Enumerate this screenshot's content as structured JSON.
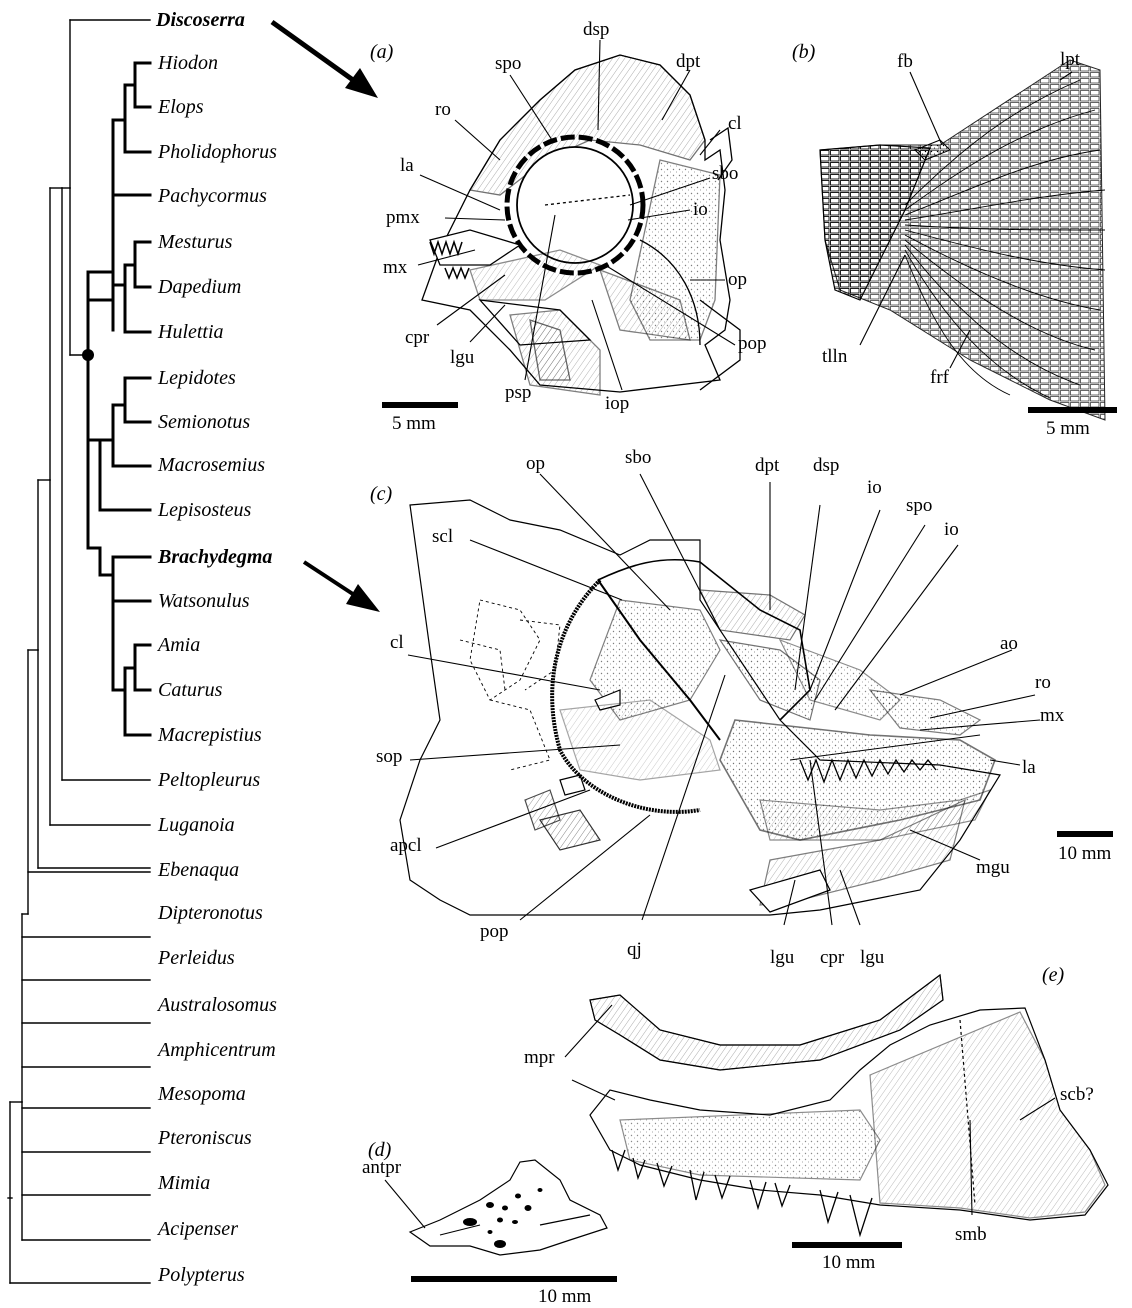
{
  "tree": {
    "taxa": [
      {
        "name": "Discoserra",
        "bold": true
      },
      {
        "name": "Hiodon"
      },
      {
        "name": "Elops"
      },
      {
        "name": "Pholidophorus"
      },
      {
        "name": "Pachycormus"
      },
      {
        "name": "Mesturus"
      },
      {
        "name": "Dapedium"
      },
      {
        "name": "Hulettia"
      },
      {
        "name": "Lepidotes"
      },
      {
        "name": "Semionotus"
      },
      {
        "name": "Macrosemius"
      },
      {
        "name": "Lepisosteus"
      },
      {
        "name": "Brachydegma",
        "bold": true
      },
      {
        "name": "Watsonulus"
      },
      {
        "name": "Amia"
      },
      {
        "name": "Caturus"
      },
      {
        "name": "Macrepistius"
      },
      {
        "name": "Peltopleurus"
      },
      {
        "name": "Luganoia"
      },
      {
        "name": "Ebenaqua"
      },
      {
        "name": "Dipteronotus"
      },
      {
        "name": "Perleidus"
      },
      {
        "name": "Australosomus"
      },
      {
        "name": "Amphicentrum"
      },
      {
        "name": "Mesopoma"
      },
      {
        "name": "Pteroniscus"
      },
      {
        "name": "Mimia"
      },
      {
        "name": "Acipenser"
      },
      {
        "name": "Polypterus"
      }
    ]
  },
  "panels": {
    "a": {
      "label": "(a)",
      "scale": "5 mm",
      "labels": {
        "dsp": "dsp",
        "spo": "spo",
        "dpt": "dpt",
        "ro": "ro",
        "cl": "cl",
        "la": "la",
        "sbo": "sbo",
        "pmx": "pmx",
        "io": "io",
        "mx": "mx",
        "op": "op",
        "cpr": "cpr",
        "pop": "pop",
        "lgu": "lgu",
        "psp": "psp",
        "iop": "iop"
      }
    },
    "b": {
      "label": "(b)",
      "scale": "5 mm",
      "labels": {
        "fb": "fb",
        "lpt": "lpt",
        "tlln": "tlln",
        "frf": "frf"
      }
    },
    "c": {
      "label": "(c)",
      "scale": "10 mm",
      "labels": {
        "op": "op",
        "sbo": "sbo",
        "dpt": "dpt",
        "dsp": "dsp",
        "io1": "io",
        "spo": "spo",
        "io2": "io",
        "scl": "scl",
        "ao": "ao",
        "cl": "cl",
        "ro": "ro",
        "mx": "mx",
        "sop": "sop",
        "la": "la",
        "apcl": "apcl",
        "mgu": "mgu",
        "pop": "pop",
        "qj": "qj",
        "lgu1": "lgu",
        "cpr": "cpr",
        "lgu2": "lgu"
      }
    },
    "d": {
      "label": "(d)",
      "scale": "10 mm",
      "labels": {
        "antpr": "antpr"
      }
    },
    "e": {
      "label": "(e)",
      "scale": "10 mm",
      "labels": {
        "mpr": "mpr",
        "scb": "scb?",
        "smb": "smb"
      }
    }
  },
  "colors": {
    "ink": "#000000",
    "background": "#ffffff"
  }
}
